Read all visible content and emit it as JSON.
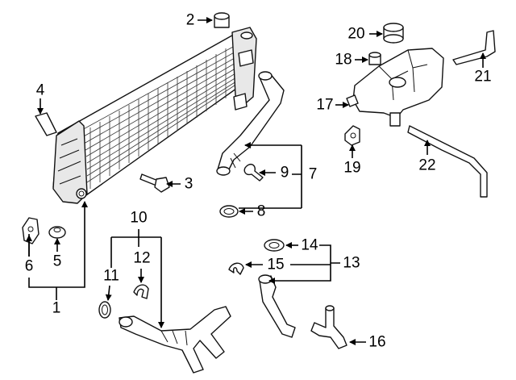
{
  "callouts": [
    {
      "id": "p1",
      "label": "1"
    },
    {
      "id": "p2",
      "label": "2"
    },
    {
      "id": "p3",
      "label": "3"
    },
    {
      "id": "p4",
      "label": "4"
    },
    {
      "id": "p5",
      "label": "5"
    },
    {
      "id": "p6",
      "label": "6"
    },
    {
      "id": "p7",
      "label": "7"
    },
    {
      "id": "p8",
      "label": "8"
    },
    {
      "id": "p9",
      "label": "9"
    },
    {
      "id": "p10",
      "label": "10"
    },
    {
      "id": "p11",
      "label": "11"
    },
    {
      "id": "p12",
      "label": "12"
    },
    {
      "id": "p13",
      "label": "13"
    },
    {
      "id": "p14",
      "label": "14"
    },
    {
      "id": "p15",
      "label": "15"
    },
    {
      "id": "p16",
      "label": "16"
    },
    {
      "id": "p17",
      "label": "17"
    },
    {
      "id": "p18",
      "label": "18"
    },
    {
      "id": "p19",
      "label": "19"
    },
    {
      "id": "p20",
      "label": "20"
    },
    {
      "id": "p21",
      "label": "21"
    },
    {
      "id": "p22",
      "label": "22"
    }
  ]
}
